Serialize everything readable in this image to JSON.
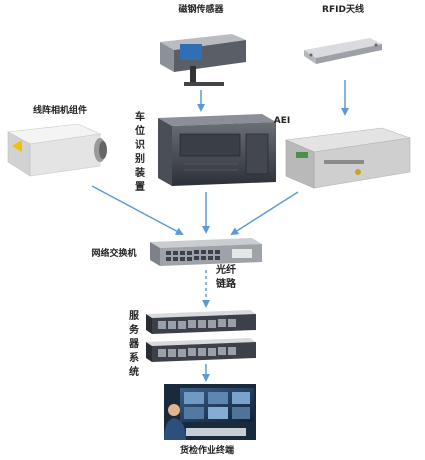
{
  "labels": {
    "magnetic_sensor": "磁钢传感器",
    "rfid_antenna": "RFID天线",
    "line_camera": "线阵相机组件",
    "position_device": "车位识别装置",
    "aei": "AEI",
    "switch": "网络交换机",
    "fiber_link": "光纤链路",
    "server_system": "服务器系统",
    "terminal": "货检作业终端"
  },
  "colors": {
    "arrow": "#5b9bd5",
    "dashed_link": "#5b9bd5"
  },
  "icons": {
    "magnetic_sensor": "magnetic-sensor-icon",
    "rfid_antenna": "rfid-antenna-icon",
    "line_camera": "line-camera-icon",
    "position_device": "industrial-pc-icon",
    "aei": "aei-reader-icon",
    "switch": "network-switch-icon",
    "servers": "rack-server-icon",
    "terminal": "operator-workstation-icon"
  }
}
